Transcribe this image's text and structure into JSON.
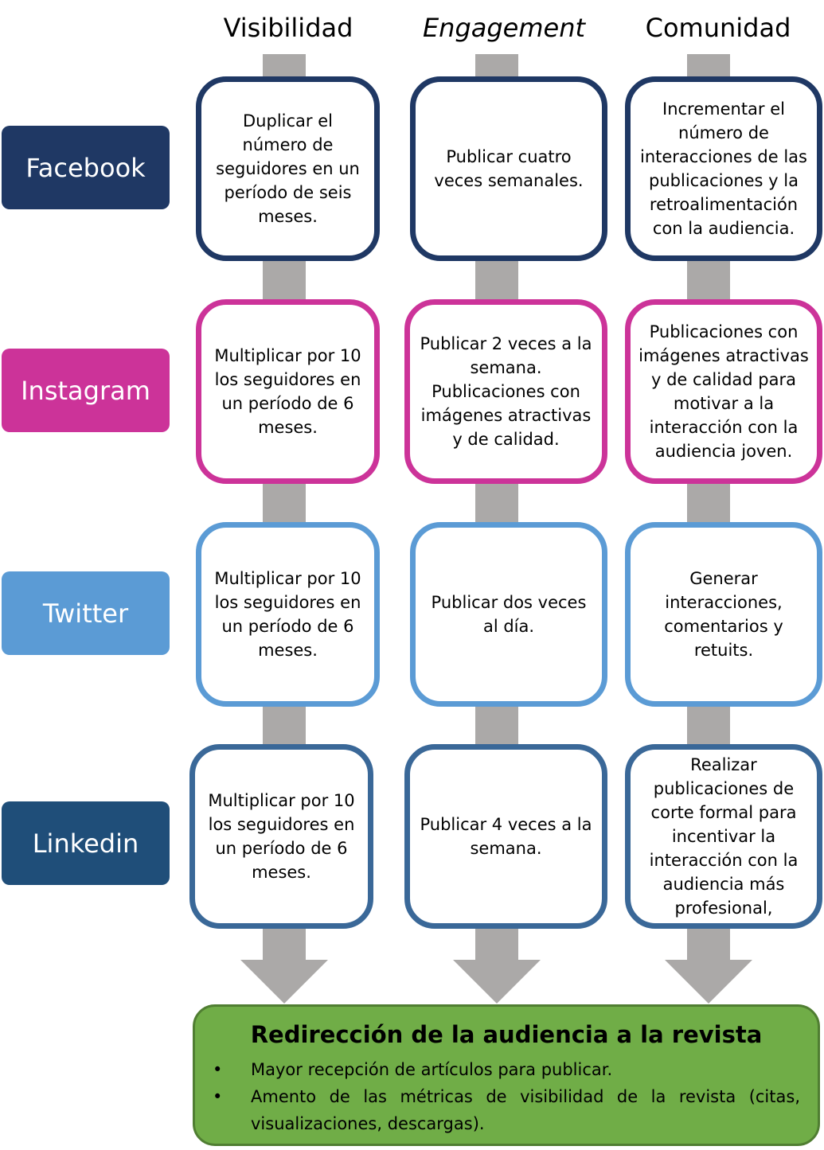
{
  "headers": [
    "Visibilidad",
    "Engagement",
    "Comunidad"
  ],
  "platforms": [
    {
      "label": "Facebook",
      "color": "#1f3864",
      "border": "#1f3864",
      "cells": [
        "Duplicar el número de seguidores en un período de seis meses.",
        "Publicar cuatro veces semanales.",
        "Incrementar el número de interacciones de las publicaciones y la retroalimentación con la audiencia."
      ]
    },
    {
      "label": "Instagram",
      "color": "#cc3399",
      "border": "#cc3399",
      "cells": [
        "Multiplicar por 10 los seguidores en un período de 6 meses.",
        "Publicar 2 veces a la semana. Publicaciones con imágenes atractivas y de calidad.",
        "Publicaciones con imágenes atractivas y de calidad para motivar a la interacción con la audiencia joven."
      ]
    },
    {
      "label": "Twitter",
      "color": "#5b9bd5",
      "border": "#5b9bd5",
      "cells": [
        "Multiplicar por 10 los seguidores en un período de 6 meses.",
        "Publicar dos veces al día.",
        "Generar interacciones, comentarios y retuits."
      ]
    },
    {
      "label": "Linkedin",
      "color": "#1f4e79",
      "border": "#3a6898",
      "cells": [
        "Multiplicar por 10 los seguidores en un período de 6 meses.",
        "Publicar 4 veces a la semana.",
        "Realizar publicaciones de corte formal para incentivar la interacción con la audiencia más profesional,"
      ]
    }
  ],
  "result": {
    "title": "Redirección de la audiencia a la revista",
    "bullet": "•",
    "items": [
      "Mayor recepción de artículos para publicar.",
      "Amento de las métricas de visibilidad de la revista (citas, visualizaciones, descargas)."
    ],
    "color": "#70ad47"
  },
  "arrow_color": "#aba9a8"
}
